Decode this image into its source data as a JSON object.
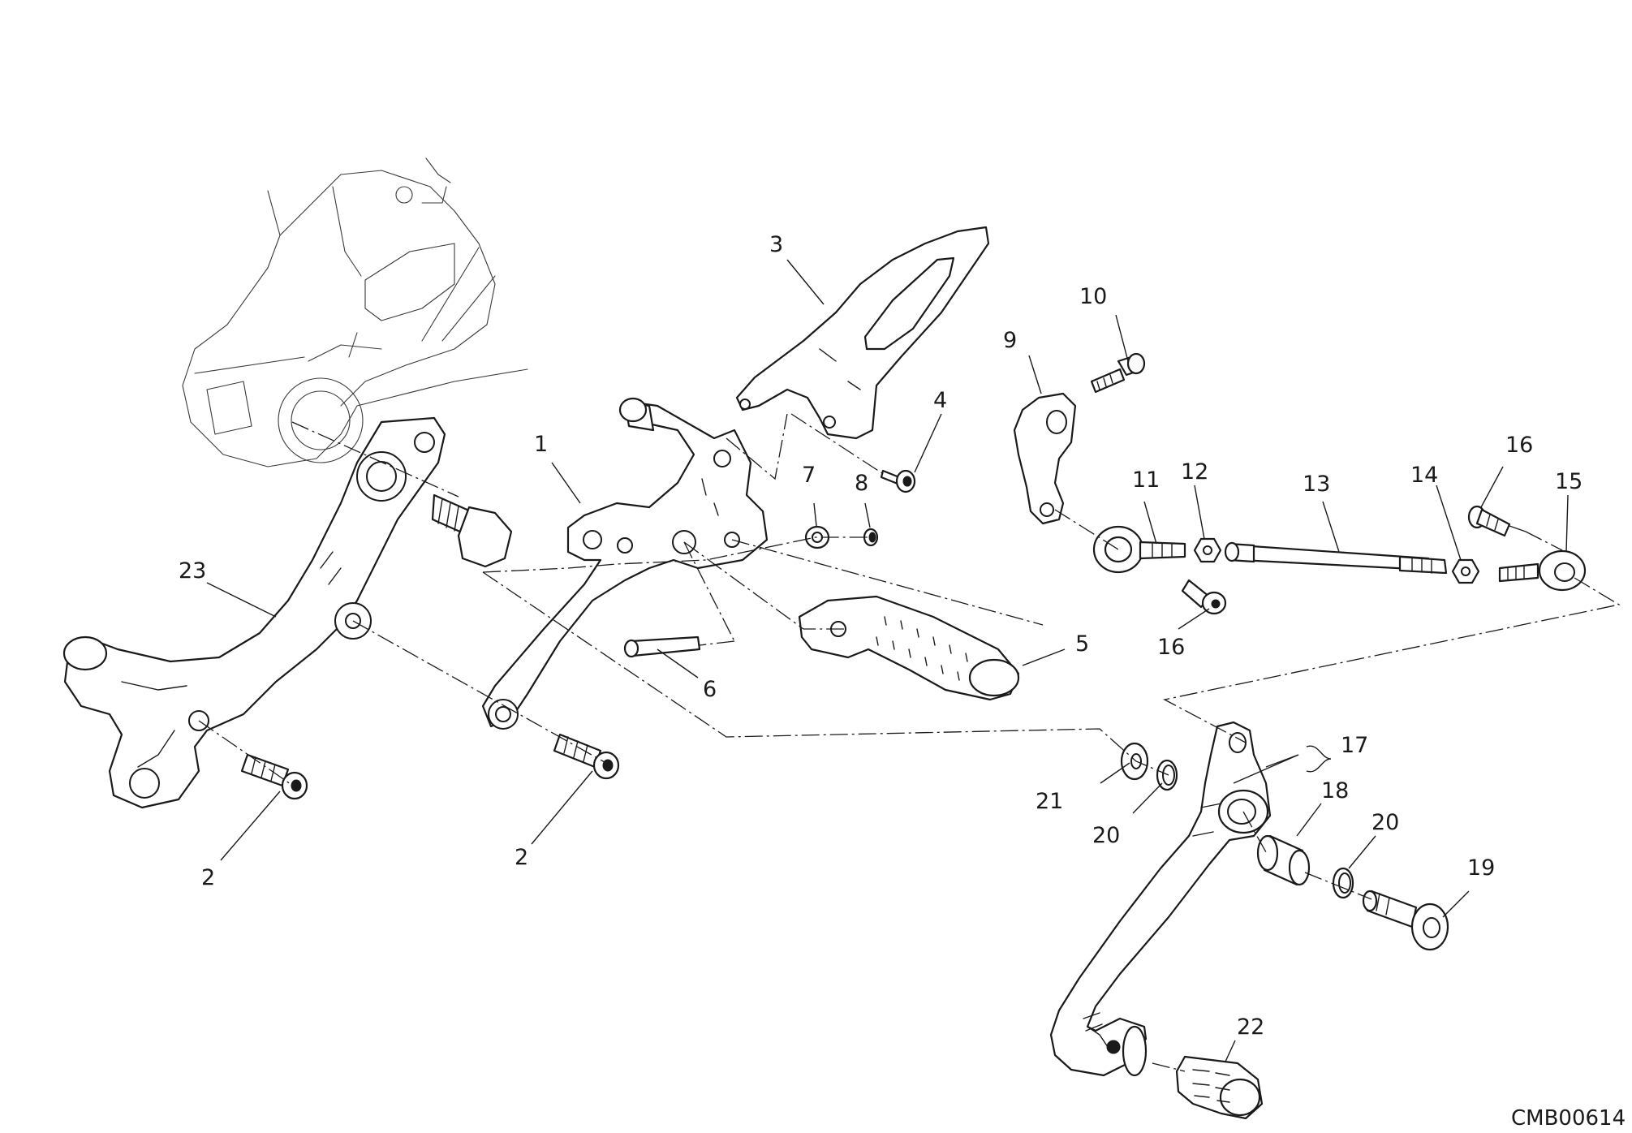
{
  "drawing_code": "CMB00614",
  "callouts": {
    "c1": "1",
    "c2a": "2",
    "c2b": "2",
    "c3": "3",
    "c4": "4",
    "c5": "5",
    "c6": "6",
    "c7": "7",
    "c8": "8",
    "c9": "9",
    "c10": "10",
    "c11": "11",
    "c12": "12",
    "c13": "13",
    "c14": "14",
    "c15": "15",
    "c16a": "16",
    "c16b": "16",
    "c17": "17",
    "c18": "18",
    "c19": "19",
    "c20a": "20",
    "c20b": "20",
    "c21": "21",
    "c22": "22",
    "c23": "23"
  }
}
